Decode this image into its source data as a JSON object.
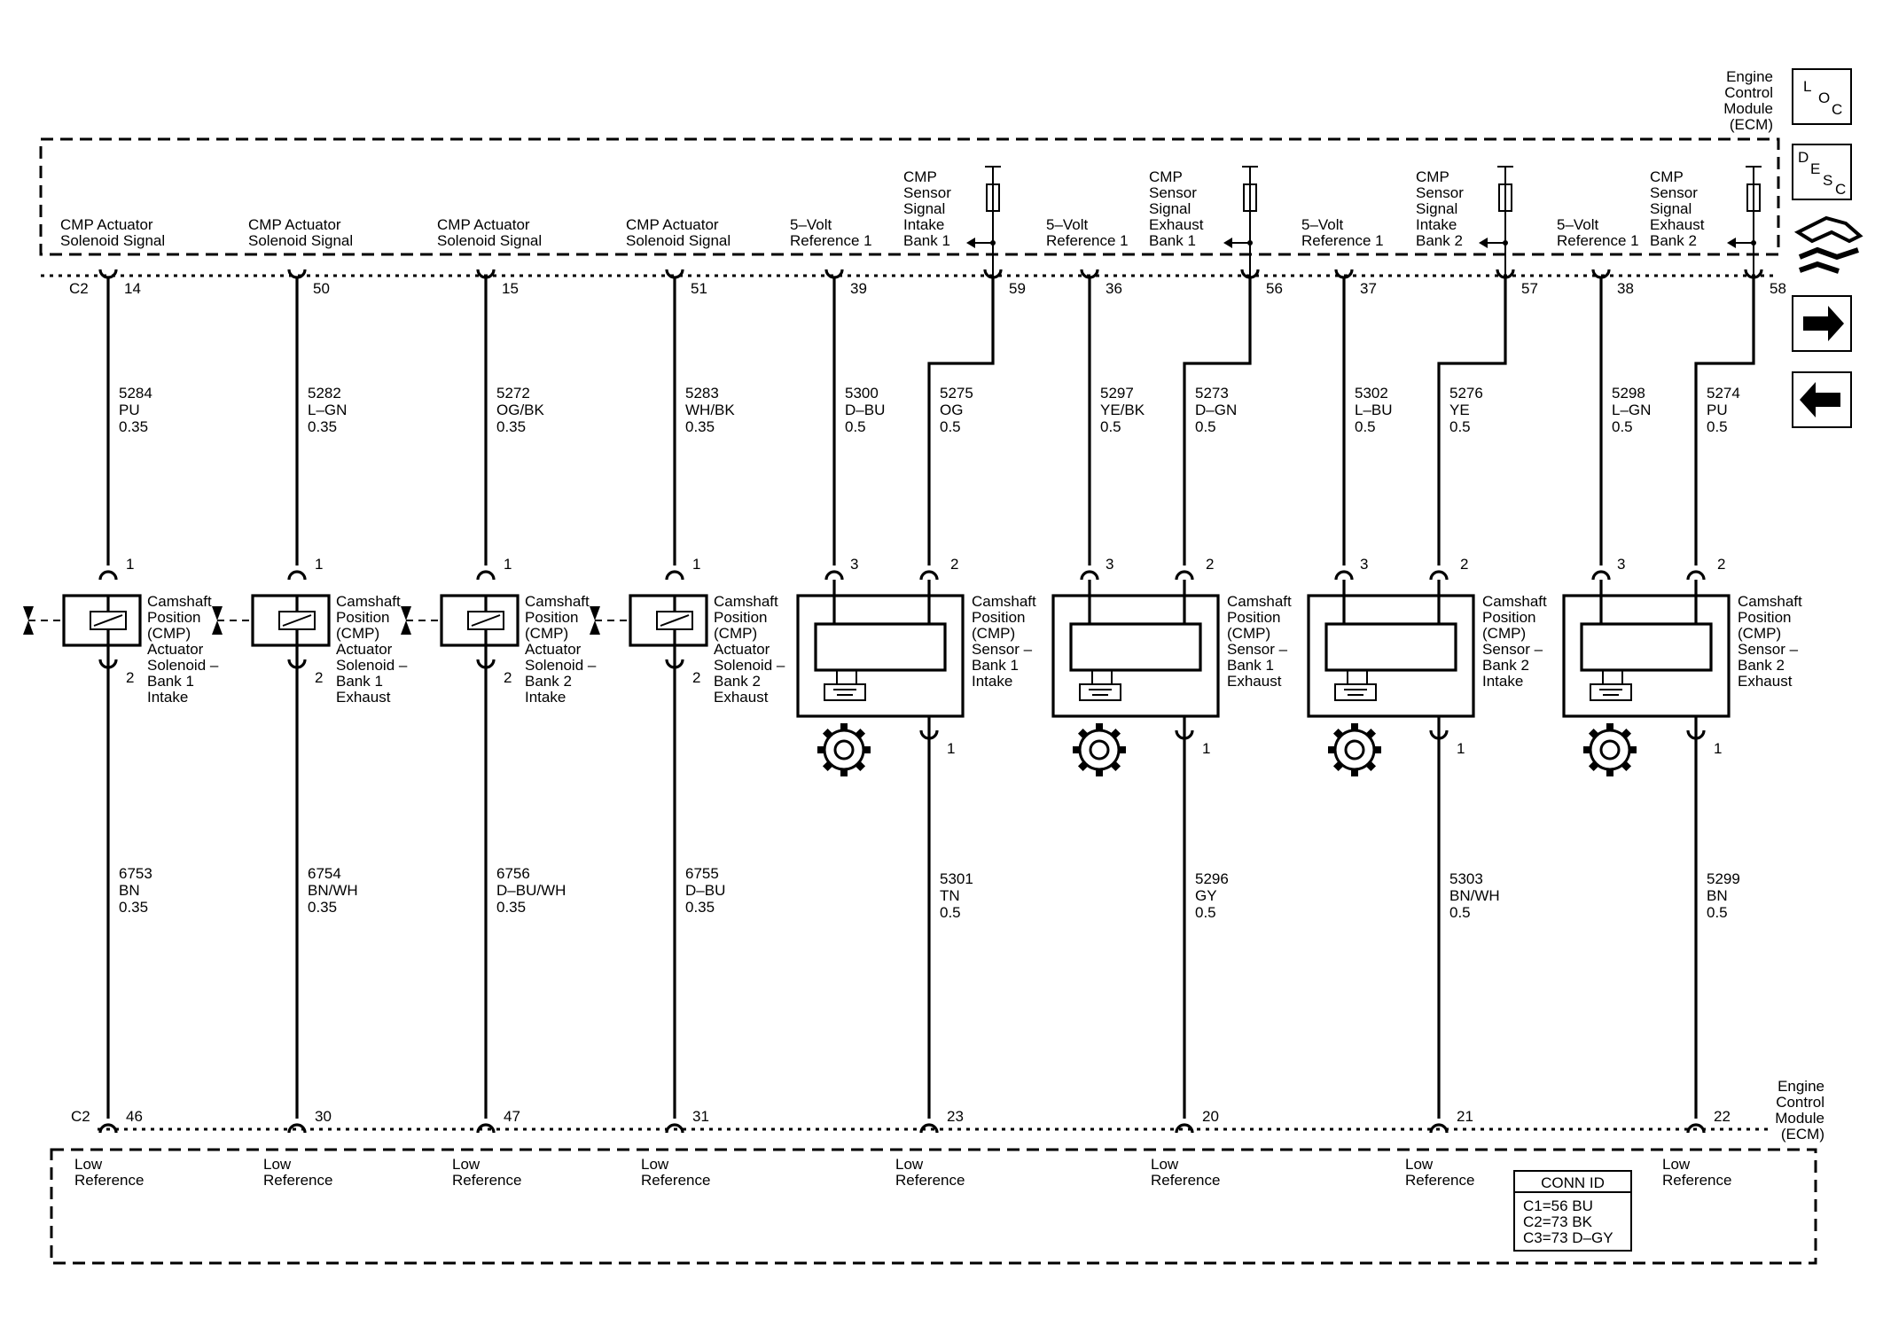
{
  "ecm_top": {
    "title_lines": [
      "Engine",
      "Control",
      "Module",
      "(ECM)"
    ],
    "loc_letters": [
      "L",
      "O",
      "C"
    ],
    "desc_letters": [
      "D",
      "E",
      "S",
      "C"
    ]
  },
  "ecm_bottom": {
    "title_lines": [
      "Engine",
      "Control",
      "Module",
      "(ECM)"
    ]
  },
  "nav": {
    "schematic_icon": "wiring-harness-icon",
    "next_icon": "arrow-right-icon",
    "prev_icon": "arrow-left-icon"
  },
  "top_connector_label": "C2",
  "bottom_connector_label": "C2",
  "top_signals": [
    {
      "lines": [
        "CMP Actuator",
        "Solenoid Signal"
      ]
    },
    {
      "lines": [
        "CMP Actuator",
        "Solenoid Signal"
      ]
    },
    {
      "lines": [
        "CMP Actuator",
        "Solenoid Signal"
      ]
    },
    {
      "lines": [
        "CMP Actuator",
        "Solenoid Signal"
      ]
    },
    {
      "lines": [
        "5–Volt",
        "Reference 1"
      ]
    },
    {
      "lines": [
        "CMP",
        "Sensor",
        "Signal",
        "Intake",
        "Bank 1"
      ]
    },
    {
      "lines": [
        "5–Volt",
        "Reference 1"
      ]
    },
    {
      "lines": [
        "CMP",
        "Sensor",
        "Signal",
        "Exhaust",
        "Bank 1"
      ]
    },
    {
      "lines": [
        "5–Volt",
        "Reference 1"
      ]
    },
    {
      "lines": [
        "CMP",
        "Sensor",
        "Signal",
        "Intake",
        "Bank 2"
      ]
    },
    {
      "lines": [
        "5–Volt",
        "Reference 1"
      ]
    },
    {
      "lines": [
        "CMP",
        "Sensor",
        "Signal",
        "Exhaust",
        "Bank 2"
      ]
    }
  ],
  "top_pins": [
    "14",
    "50",
    "15",
    "51",
    "39",
    "59",
    "36",
    "56",
    "37",
    "57",
    "38",
    "58"
  ],
  "upper_wires": [
    {
      "circuit": "5284",
      "color": "PU",
      "gauge": "0.35"
    },
    {
      "circuit": "5282",
      "color": "L–GN",
      "gauge": "0.35"
    },
    {
      "circuit": "5272",
      "color": "OG/BK",
      "gauge": "0.35"
    },
    {
      "circuit": "5283",
      "color": "WH/BK",
      "gauge": "0.35"
    },
    {
      "circuit": "5300",
      "color": "D–BU",
      "gauge": "0.5"
    },
    {
      "circuit": "5275",
      "color": "OG",
      "gauge": "0.5"
    },
    {
      "circuit": "5297",
      "color": "YE/BK",
      "gauge": "0.5"
    },
    {
      "circuit": "5273",
      "color": "D–GN",
      "gauge": "0.5"
    },
    {
      "circuit": "5302",
      "color": "L–BU",
      "gauge": "0.5"
    },
    {
      "circuit": "5276",
      "color": "YE",
      "gauge": "0.5"
    },
    {
      "circuit": "5298",
      "color": "L–GN",
      "gauge": "0.5"
    },
    {
      "circuit": "5274",
      "color": "PU",
      "gauge": "0.5"
    }
  ],
  "solenoids": [
    {
      "pin_top": "1",
      "pin_bottom": "2",
      "label": [
        "Camshaft",
        "Position",
        "(CMP)",
        "Actuator",
        "Solenoid –",
        "Bank 1",
        "Intake"
      ]
    },
    {
      "pin_top": "1",
      "pin_bottom": "2",
      "label": [
        "Camshaft",
        "Position",
        "(CMP)",
        "Actuator",
        "Solenoid –",
        "Bank 1",
        "Exhaust"
      ]
    },
    {
      "pin_top": "1",
      "pin_bottom": "2",
      "label": [
        "Camshaft",
        "Position",
        "(CMP)",
        "Actuator",
        "Solenoid –",
        "Bank 2",
        "Intake"
      ]
    },
    {
      "pin_top": "1",
      "pin_bottom": "2",
      "label": [
        "Camshaft",
        "Position",
        "(CMP)",
        "Actuator",
        "Solenoid –",
        "Bank 2",
        "Exhaust"
      ]
    }
  ],
  "sensors": [
    {
      "pin_ref": "3",
      "pin_sig": "2",
      "pin_low": "1",
      "label": [
        "Camshaft",
        "Position",
        "(CMP)",
        "Sensor –",
        "Bank 1",
        "Intake"
      ]
    },
    {
      "pin_ref": "3",
      "pin_sig": "2",
      "pin_low": "1",
      "label": [
        "Camshaft",
        "Position",
        "(CMP)",
        "Sensor –",
        "Bank 1",
        "Exhaust"
      ]
    },
    {
      "pin_ref": "3",
      "pin_sig": "2",
      "pin_low": "1",
      "label": [
        "Camshaft",
        "Position",
        "(CMP)",
        "Sensor –",
        "Bank 2",
        "Intake"
      ]
    },
    {
      "pin_ref": "3",
      "pin_sig": "2",
      "pin_low": "1",
      "label": [
        "Camshaft",
        "Position",
        "(CMP)",
        "Sensor –",
        "Bank 2",
        "Exhaust"
      ]
    }
  ],
  "lower_wires": [
    {
      "circuit": "6753",
      "color": "BN",
      "gauge": "0.35"
    },
    {
      "circuit": "6754",
      "color": "BN/WH",
      "gauge": "0.35"
    },
    {
      "circuit": "6756",
      "color": "D–BU/WH",
      "gauge": "0.35"
    },
    {
      "circuit": "6755",
      "color": "D–BU",
      "gauge": "0.35"
    },
    {
      "circuit": "5301",
      "color": "TN",
      "gauge": "0.5"
    },
    {
      "circuit": "5296",
      "color": "GY",
      "gauge": "0.5"
    },
    {
      "circuit": "5303",
      "color": "BN/WH",
      "gauge": "0.5"
    },
    {
      "circuit": "5299",
      "color": "BN",
      "gauge": "0.5"
    }
  ],
  "bottom_pins": [
    "46",
    "30",
    "47",
    "31",
    "23",
    "20",
    "21",
    "22"
  ],
  "bottom_signals": [
    {
      "lines": [
        "Low",
        "Reference"
      ]
    },
    {
      "lines": [
        "Low",
        "Reference"
      ]
    },
    {
      "lines": [
        "Low",
        "Reference"
      ]
    },
    {
      "lines": [
        "Low",
        "Reference"
      ]
    },
    {
      "lines": [
        "Low",
        "Reference"
      ]
    },
    {
      "lines": [
        "Low",
        "Reference"
      ]
    },
    {
      "lines": [
        "Low",
        "Reference"
      ]
    },
    {
      "lines": [
        "Low",
        "Reference"
      ]
    }
  ],
  "conn_id": {
    "title": "CONN ID",
    "rows": [
      "C1=56 BU",
      "C2=73 BK",
      "C3=73 D–GY"
    ]
  }
}
